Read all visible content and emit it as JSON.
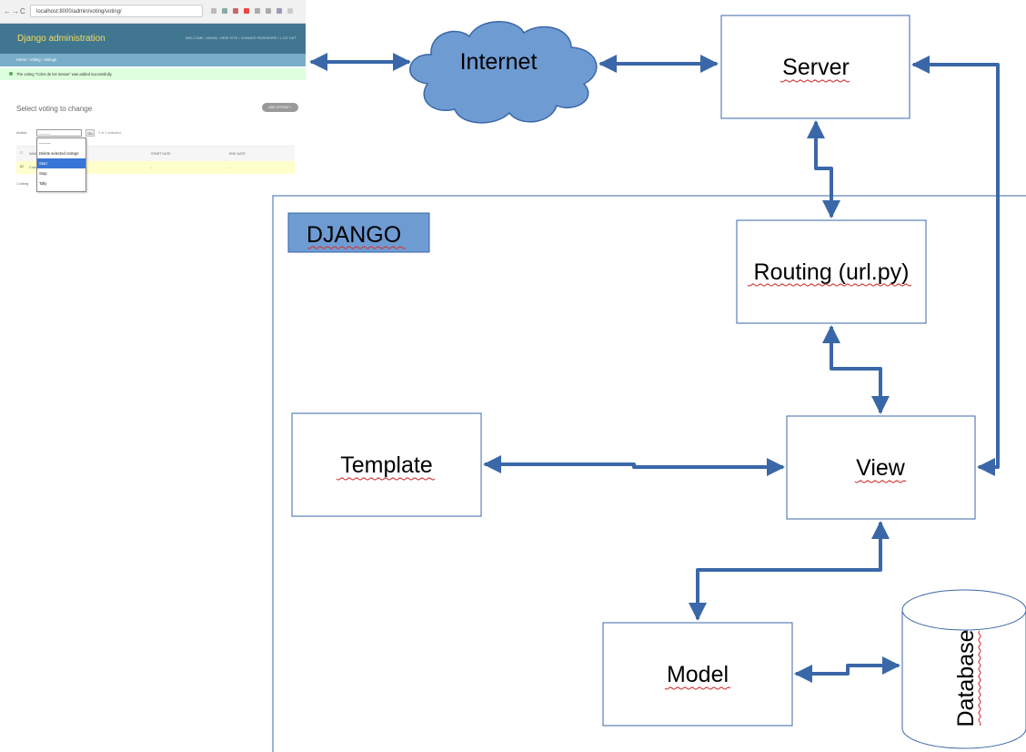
{
  "diagram": {
    "title_box": "DJANGO",
    "nodes": {
      "internet": "Internet",
      "server": "Server",
      "routing": "Routing (url.py)",
      "view": "View",
      "template": "Template",
      "model": "Model",
      "database": "Database"
    },
    "colors": {
      "arrow": "#3a67a8",
      "cloud_fill": "#6f9bd3",
      "cloud_stroke": "#3a67a8",
      "box_stroke": "#3a67a8",
      "django_label_fill": "#6f9bd3"
    }
  },
  "admin_screenshot": {
    "url": "localhost:8000/admin/voting/voting/",
    "brand": "Django administration",
    "user_links": "WELCOME, ADMIN. VIEW SITE / CHANGE PASSWORD / LOG OUT",
    "breadcrumb": "Home › Voting › Votings",
    "message": "The voting \"Color de los mesas\" was added successfully.",
    "page_title": "Select voting to change",
    "add_button": "ADD VOTING +",
    "action_label": "Action:",
    "action_select": "---------",
    "go_button": "Go",
    "selection_count": "1 of 1 selected",
    "columns": [
      "NAME",
      "START DATE",
      "END DATE"
    ],
    "row": [
      "Colo",
      "-",
      "-"
    ],
    "footer": "1 voting",
    "dropdown_options": [
      "---------",
      "Delete selected votings",
      "Start",
      "Stop",
      "Tally"
    ],
    "dropdown_selected": "Start"
  }
}
